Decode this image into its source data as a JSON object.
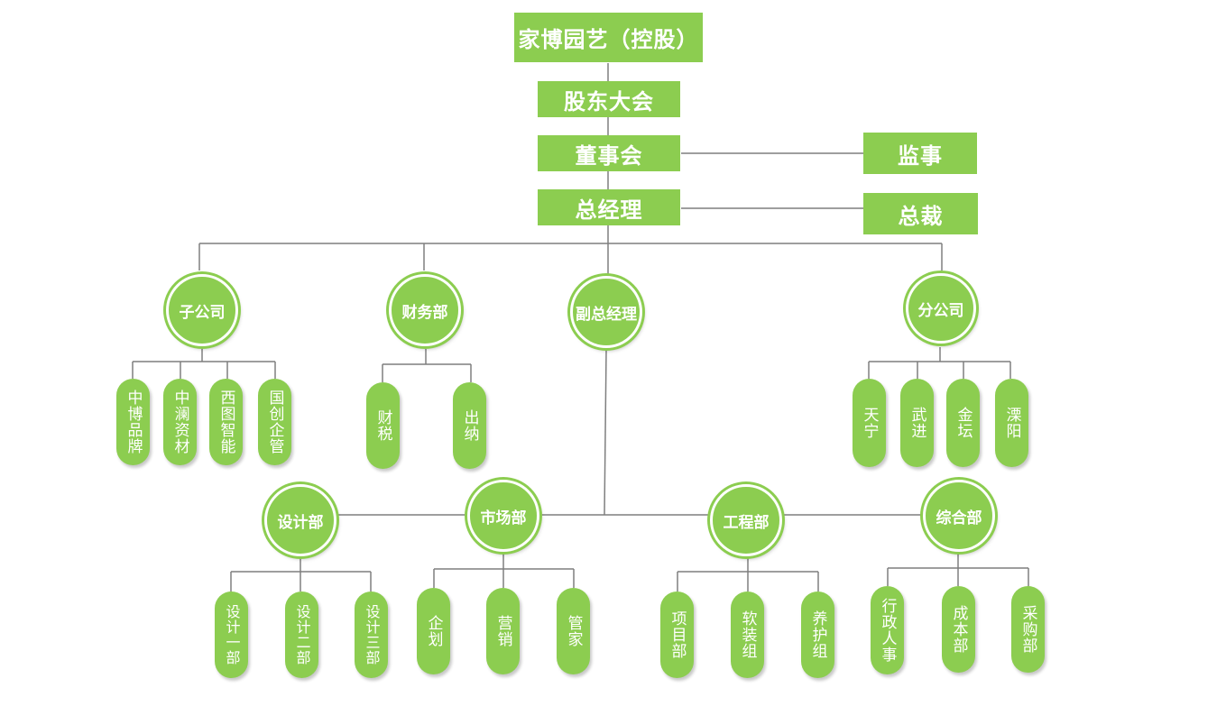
{
  "top": {
    "holding": "家博园艺（控股）",
    "shareholders": "股东大会",
    "board": "董事会",
    "supervisor": "监事",
    "general_manager": "总经理",
    "president": "总裁"
  },
  "level2": {
    "subsidiary": "子公司",
    "finance": "财务部",
    "deputy_gm": "副总经理",
    "branch": "分公司"
  },
  "subsidiary_items": [
    "中博品牌",
    "中澜资材",
    "西图智能",
    "国创企管"
  ],
  "finance_items": [
    "财税",
    "出纳"
  ],
  "branch_items": [
    "天宁",
    "武进",
    "金坛",
    "溧阳"
  ],
  "departments": {
    "design": "设计部",
    "market": "市场部",
    "engineering": "工程部",
    "general": "综合部"
  },
  "design_items": [
    "设计一部",
    "设计二部",
    "设计三部"
  ],
  "market_items": [
    "企划",
    "营销",
    "管家"
  ],
  "engineering_items": [
    "项目部",
    "软装组",
    "养护组"
  ],
  "general_items": [
    "行政人事",
    "成本部",
    "采购部"
  ],
  "colors": {
    "node": "#8ccd50",
    "line": "#7f7f7f",
    "text": "#ffffff"
  }
}
